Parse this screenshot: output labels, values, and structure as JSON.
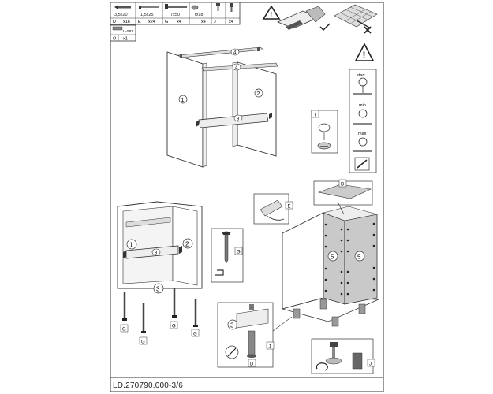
{
  "hardware_table": {
    "items": [
      {
        "size": "3,5x20",
        "letter": "D",
        "qty": "x16"
      },
      {
        "size": "1,5x25",
        "letter": "E",
        "qty": "x24"
      },
      {
        "size": "7x50",
        "letter": "G",
        "qty": "x4"
      },
      {
        "size": "Ø18",
        "letter": "I",
        "qty": "x4"
      },
      {
        "size": "",
        "letter": "J",
        "qty": "x4"
      }
    ],
    "hanger": {
      "size": "L=587",
      "letter": "O",
      "qty": "x1"
    }
  },
  "step1": {
    "panel_labels": [
      "1",
      "2",
      "4",
      "4",
      "8"
    ]
  },
  "adjust_steps": {
    "labels": [
      "start",
      "min",
      "max"
    ],
    "callout_letter": "T"
  },
  "step2": {
    "panel_labels": [
      "1",
      "2",
      "8",
      "3"
    ],
    "screw_letters": [
      "G",
      "G",
      "G",
      "G"
    ],
    "callout_letter": "G"
  },
  "step3": {
    "back_labels": [
      "5",
      "5"
    ],
    "callout_letters": [
      "D",
      "E",
      "J"
    ]
  },
  "detail_d": {
    "label": "3",
    "letter": "D"
  },
  "detail_j": {
    "letter": "J"
  },
  "footer": {
    "code": "LD.270790.000-3/6"
  }
}
